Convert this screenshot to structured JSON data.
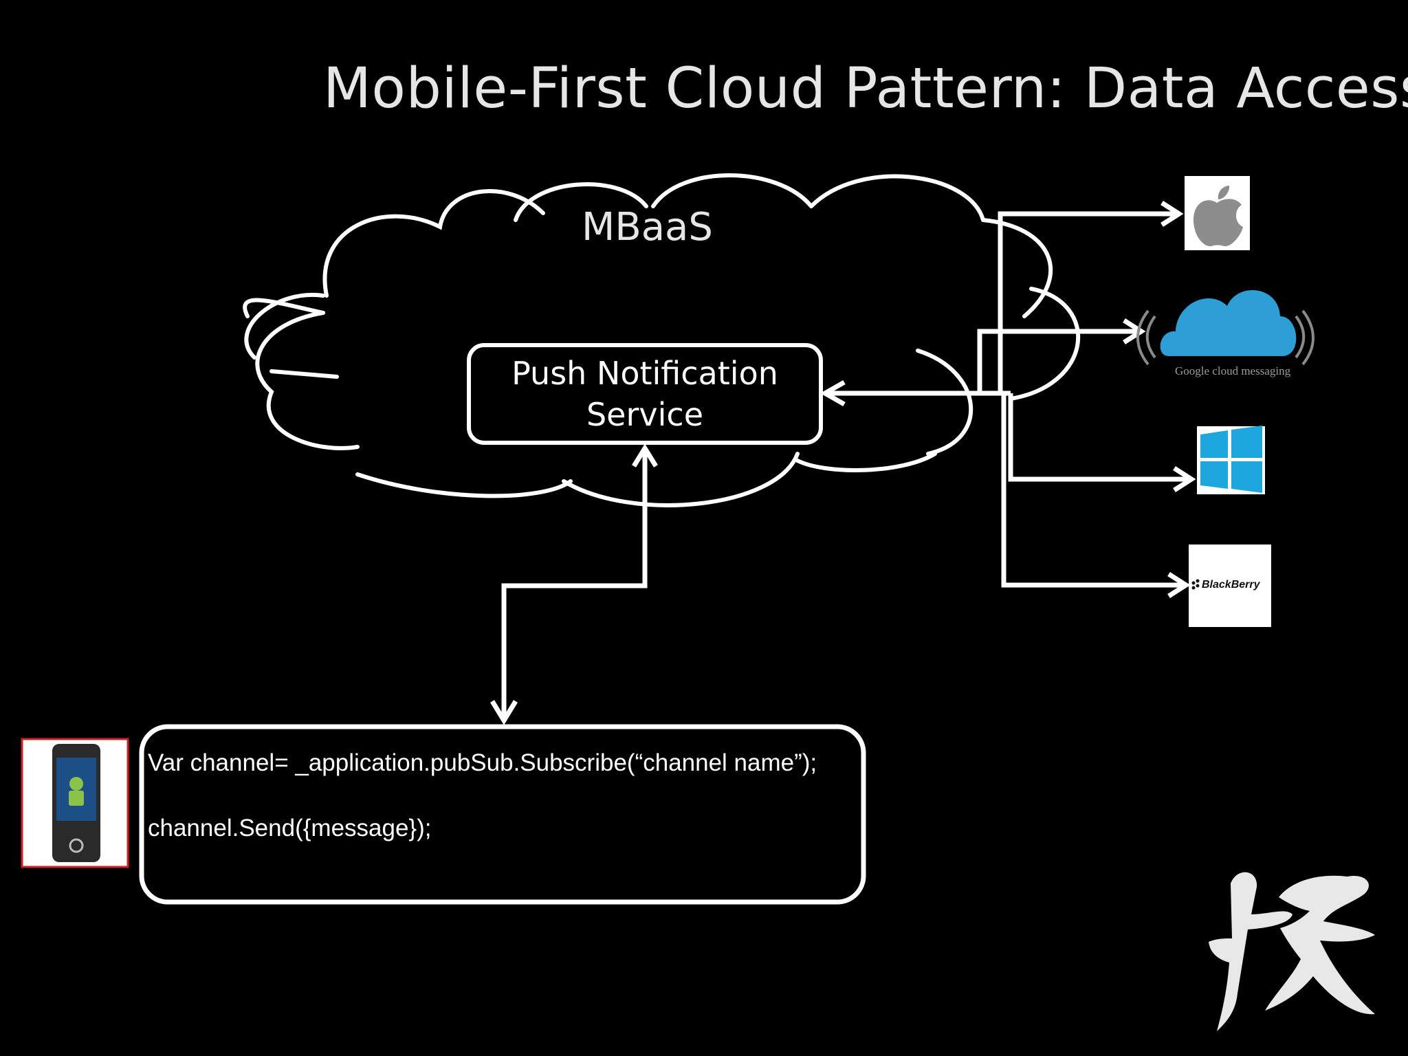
{
  "slide": {
    "title": "Mobile-First Cloud Pattern: Data Access",
    "background_color": "#000000",
    "cloud_label": "MBaaS",
    "push_service": {
      "line1": "Push Notification",
      "line2": "Service"
    },
    "code": {
      "line1": "Var channel= _application.pubSub.Subscribe(“channel name”);",
      "line2": "channel.Send({message});"
    },
    "services": {
      "google_cloud_messaging_caption": "Google cloud messaging",
      "blackberry_logo_text": "BlackBerry"
    },
    "icons": [
      "android-phone-icon",
      "apple-logo-icon",
      "google-cloud-messaging-icon",
      "windows-logo-icon",
      "blackberry-logo-icon",
      "brush-calligraphy-logo-icon"
    ]
  }
}
